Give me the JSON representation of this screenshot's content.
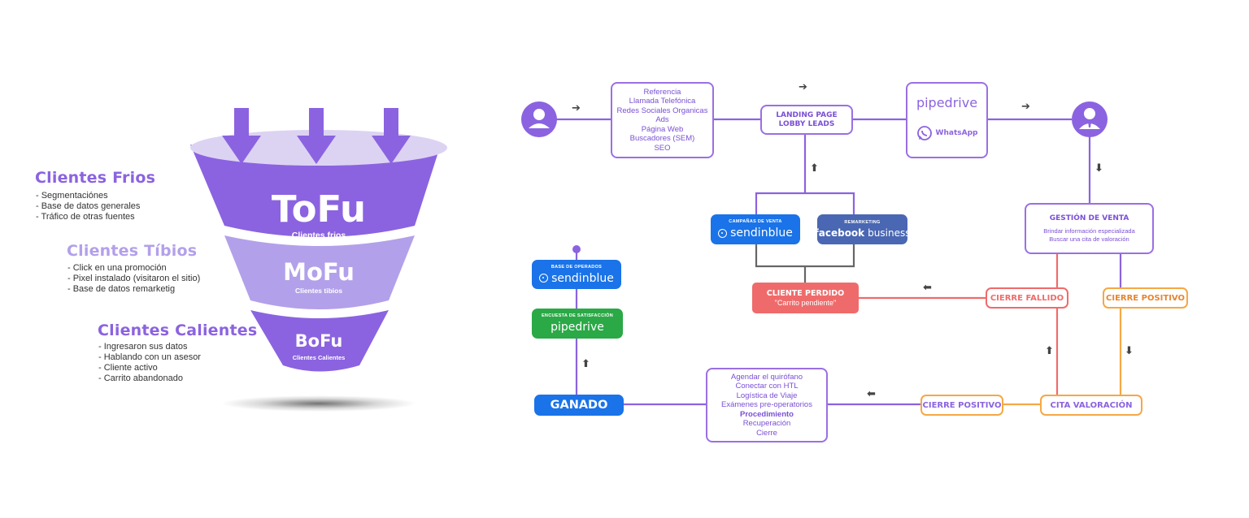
{
  "colors": {
    "purple": "#8b63e0",
    "light_purple": "#b3a0ea",
    "blue": "#1a73e8",
    "fb_blue": "#4a67b3",
    "green": "#2aa946",
    "red": "#ef6b6b",
    "orange": "#f5a844",
    "gray": "#666666"
  },
  "funnel": {
    "tofu": {
      "title": "ToFu",
      "subtitle": "Clientes frios"
    },
    "mofu": {
      "title": "MoFu",
      "subtitle": "Clientes tibios"
    },
    "bofu": {
      "title": "BoFu",
      "subtitle": "Clientes Calientes"
    }
  },
  "segments": [
    {
      "title": "Clientes Frios",
      "color": "#8b63e0",
      "items": [
        "- Segmentaciónes",
        "- Base de datos generales",
        "- Tráfico de otras fuentes"
      ]
    },
    {
      "title": "Clientes Tíbios",
      "color": "#b3a0ea",
      "items": [
        "- Click en una promoción",
        "- Pixel instalado (visitaron el sitio)",
        "- Base de datos remarketig"
      ]
    },
    {
      "title": "Clientes Calientes",
      "color": "#8b63e0",
      "items": [
        "- Ingresaron sus datos",
        "- Hablando con un asesor",
        "- Cliente activo",
        "- Carrito abandonado"
      ]
    }
  ],
  "flow": {
    "sources": [
      "Referencia",
      "Llamada Telefónica",
      "Redes Sociales Organicas",
      "Ads",
      "Página Web",
      "Buscadores (SEM)",
      "SEO"
    ],
    "landing": [
      "LANDING PAGE",
      "LOBBY LEADS"
    ],
    "pipedrive_logo": "pipedrive",
    "whatsapp_label": "WhatsApp",
    "sendinblue_campaign": {
      "caption": "CAMPAÑAS DE VENTA",
      "name": "sendinblue"
    },
    "facebook_remarketing": {
      "caption": "REMARKETING",
      "name_bold": "facebook",
      "name_light": "business"
    },
    "cliente_perdido": {
      "title": "CLIENTE PERDIDO",
      "subtitle": "\"Carrito pendiente\""
    },
    "gestion_venta": {
      "title": "GESTIÓN DE VENTA",
      "lines": [
        "Brindar información especializada",
        "Buscar una cita de valoración"
      ]
    },
    "cierre_fallido": "CIERRE FALLIDO",
    "cierre_positivo_right": "CIERRE POSITIVO",
    "cita_valoracion": "CITA VALORACIÓN",
    "cierre_positivo_bottom": "CIERRE POSITIVO",
    "procedimiento": [
      "Agendar el quirófano",
      "Conectar con HTL",
      "Logística de Viaje",
      "Exámenes pre-operatorios",
      "Procedimiento",
      "Recuperación",
      "Cierre"
    ],
    "ganado": "GANADO",
    "sendinblue_base": {
      "caption": "BASE DE OPERADOS",
      "name": "sendinblue"
    },
    "pipedrive_survey": {
      "caption": "ENCUESTA DE SATISFACCIÓN",
      "name": "pipedrive"
    }
  }
}
